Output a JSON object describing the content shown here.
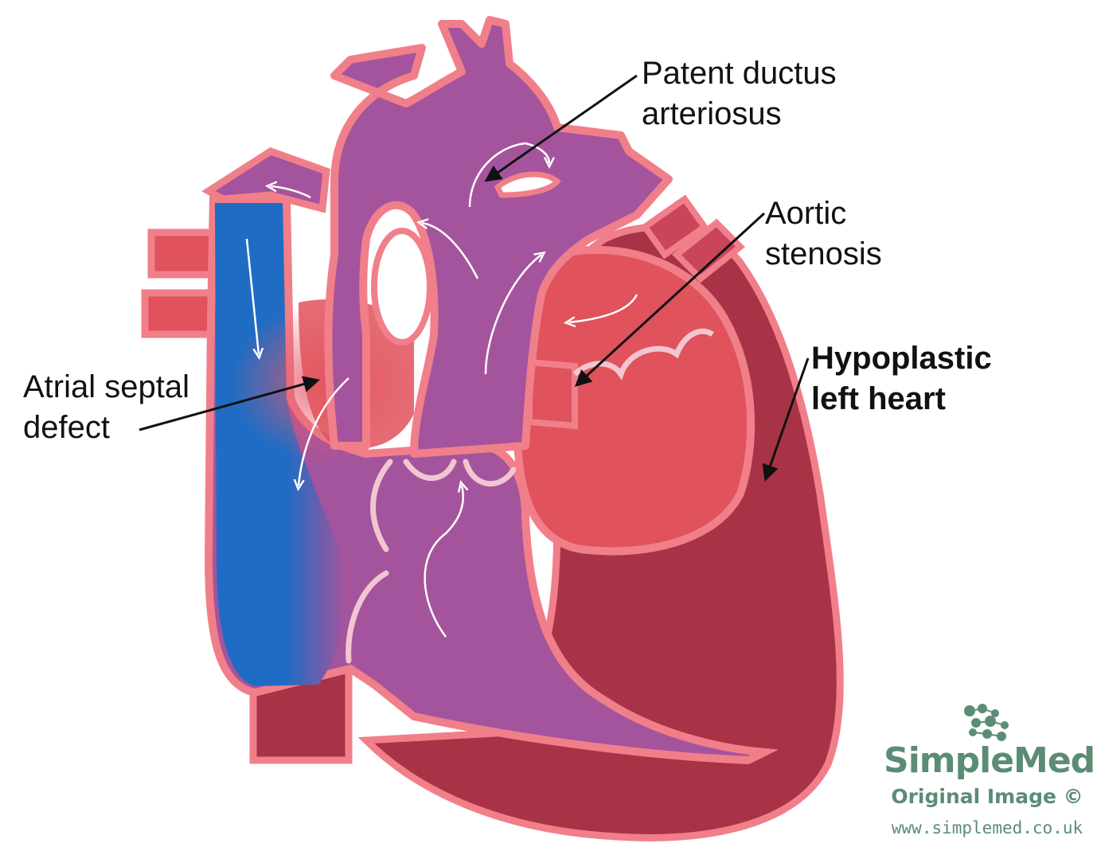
{
  "labels": {
    "pda_line1": "Patent ductus",
    "pda_line2": "arteriosus",
    "as_line1": "Aortic",
    "as_line2": "stenosis",
    "hlh_line1": "Hypoplastic",
    "hlh_line2": "left heart",
    "asd_line1": "Atrial septal",
    "asd_line2": "defect"
  },
  "branding": {
    "name": "SimpleMed",
    "tagline": "Original Image ©",
    "url": "www.simplemed.co.uk",
    "logo_icon": "molecule-dots-icon"
  },
  "colors": {
    "outline": "#f07f8a",
    "deoxygenated_blue": "#1f6cc4",
    "mixed_purple": "#a4549c",
    "oxygenated_red": "#e0525c",
    "myocardium_dark": "#a83347",
    "brand_green": "#5b8c74"
  }
}
